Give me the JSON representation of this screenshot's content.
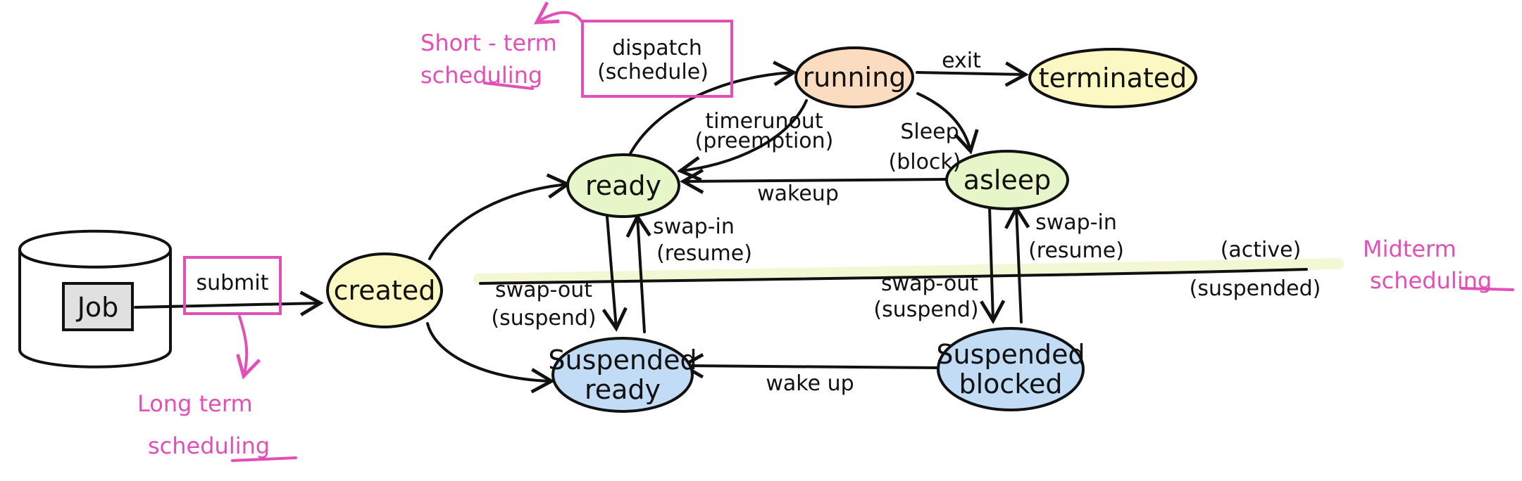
{
  "states": {
    "created": "created",
    "ready": "ready",
    "running": "running",
    "terminated": "terminated",
    "asleep": "asleep",
    "suspended_ready_1": "Suspended",
    "suspended_ready_2": "ready",
    "suspended_blocked_1": "Suspended",
    "suspended_blocked_2": "blocked"
  },
  "storage": {
    "job": "Job"
  },
  "transitions": {
    "submit": "submit",
    "dispatch_1": "dispatch",
    "dispatch_2": "(schedule)",
    "exit": "exit",
    "timerunout_1": "timerunout",
    "timerunout_2": "(preemption)",
    "sleep_1": "Sleep",
    "sleep_2": "(block)",
    "wakeup": "wakeup",
    "swapin_left_1": "swap-in",
    "swapin_left_2": "(resume)",
    "swapin_right_1": "swap-in",
    "swapin_right_2": "(resume)",
    "swapout_left_1": "swap-out",
    "swapout_left_2": "(suspend)",
    "swapout_right_1": "swap-out",
    "swapout_right_2": "(suspend)",
    "wakeup_bottom": "wake up"
  },
  "regions": {
    "active": "(active)",
    "suspended": "(suspended)"
  },
  "annotations": {
    "short_term_1": "Short - term",
    "short_term_2": "scheduling",
    "long_term_1": "Long term",
    "long_term_2": "scheduling",
    "midterm_1": "Midterm",
    "midterm_2": "scheduling"
  },
  "colors": {
    "yellow": "#fbf8c4",
    "green": "#e6f6c8",
    "orange": "#fbdcc0",
    "blue": "#c3dcf6",
    "gray": "#e0e0e0",
    "pink": "#e24fb6",
    "highlight": "#f3f7d4"
  }
}
